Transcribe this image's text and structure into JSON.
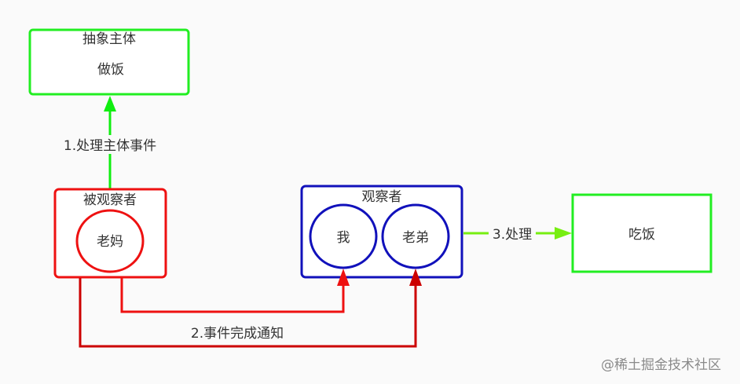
{
  "nodes": {
    "abstract_subject": {
      "title": "抽象主体",
      "label": "做饭",
      "color": "#22ee22"
    },
    "observable": {
      "title": "被观察者",
      "member": "老妈",
      "color": "#ee1111"
    },
    "observers": {
      "title": "观察者",
      "members": [
        "我",
        "老弟"
      ],
      "color": "#1111bb"
    },
    "eat": {
      "label": "吃饭",
      "color": "#22ee22"
    }
  },
  "edges": {
    "handle_subject": {
      "label": "1.处理主体事件",
      "color": "#11ee11"
    },
    "notify": {
      "label": "2.事件完成通知",
      "colors": [
        "#ee1111",
        "#cc0000"
      ]
    },
    "handle": {
      "label": "3.处理",
      "color": "#77ee11"
    }
  },
  "watermark": "@稀土掘金技术社区"
}
